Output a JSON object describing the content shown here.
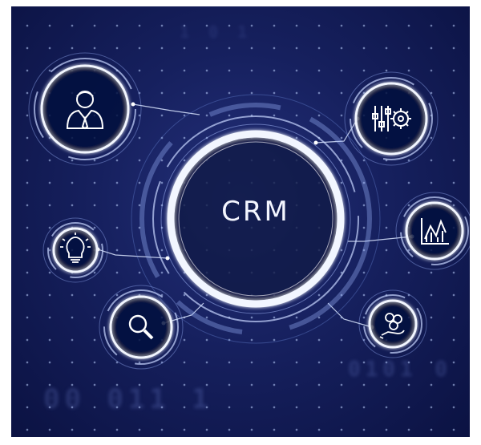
{
  "center": {
    "label": "CRM"
  },
  "nodes": [
    {
      "id": "user",
      "icon": "businessman-icon"
    },
    {
      "id": "settings",
      "icon": "sliders-gear-icon"
    },
    {
      "id": "analytics",
      "icon": "chart-icon"
    },
    {
      "id": "idea",
      "icon": "lightbulb-icon"
    },
    {
      "id": "search",
      "icon": "magnifier-icon"
    },
    {
      "id": "money",
      "icon": "money-hand-icon"
    }
  ],
  "colors": {
    "bg": "#16205e",
    "line": "#dbe6ff",
    "accent": "#8fb4ff"
  }
}
